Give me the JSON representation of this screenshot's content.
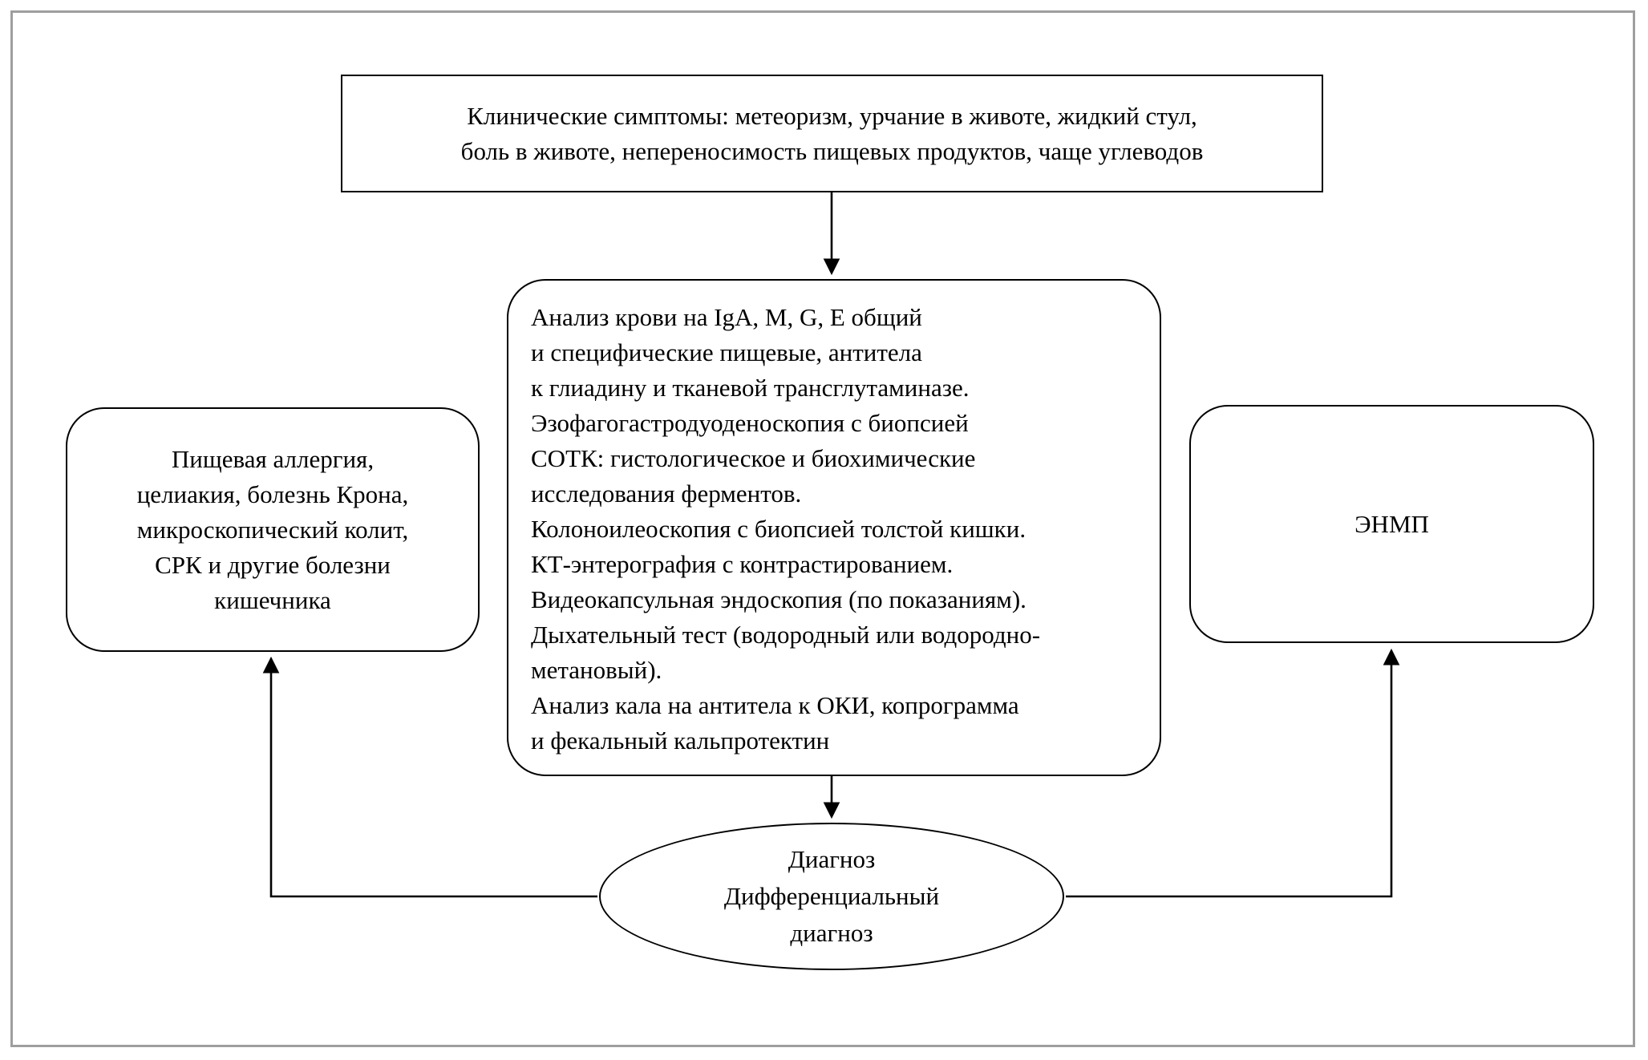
{
  "diagram": {
    "title": "Diagnostic algorithm flowchart",
    "boxes": {
      "symptoms": "Клинические симптомы: метеоризм, урчание в животе, жидкий стул,\nболь в животе, непереносимость пищевых продуктов, чаще углеводов",
      "investigations": "Анализ крови на IgA, M, G, E общий\nи специфические пищевые, антитела\nк глиадину и тканевой трансглутаминазе.\nЭзофагогастродуоденоскопия с биопсией\nСОТК: гистологическое и биохимические\nисследования ферментов.\nКолоноилеоскопия с биопсией толстой кишки.\nКТ-энтерография с контрастированием.\nВидеокапсульная эндоскопия (по показаниям).\nДыхательный тест (водородный или водородно-\nметановый).\nАнализ кала на антитела к ОКИ, копрограмма\nи фекальный кальпротектин",
      "differential_diseases": "Пищевая аллергия,\nцелиакия, болезнь Крона,\nмикроскопический колит,\nСРК и другие болезни\nкишечника",
      "enmp": "ЭНМП",
      "diagnosis": "Диагноз\nДифференциальный\nдиагноз"
    },
    "colors": {
      "line": "#000000",
      "background": "#ffffff",
      "frame_border": "#9e9e9e"
    }
  }
}
